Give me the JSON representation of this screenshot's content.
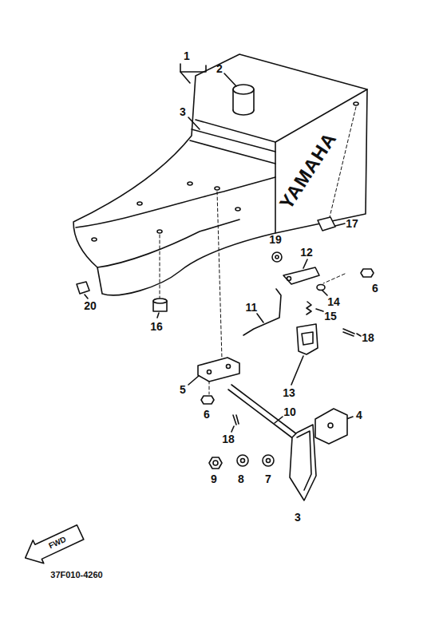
{
  "diagram": {
    "labels": [
      "1",
      "2",
      "3",
      "YAMAHA",
      "17",
      "19",
      "12",
      "6",
      "14",
      "15",
      "18",
      "13",
      "20",
      "16",
      "11",
      "5",
      "6",
      "10",
      "18",
      "4",
      "9",
      "8",
      "7",
      "3",
      "FWD",
      "37F010-4260"
    ]
  }
}
